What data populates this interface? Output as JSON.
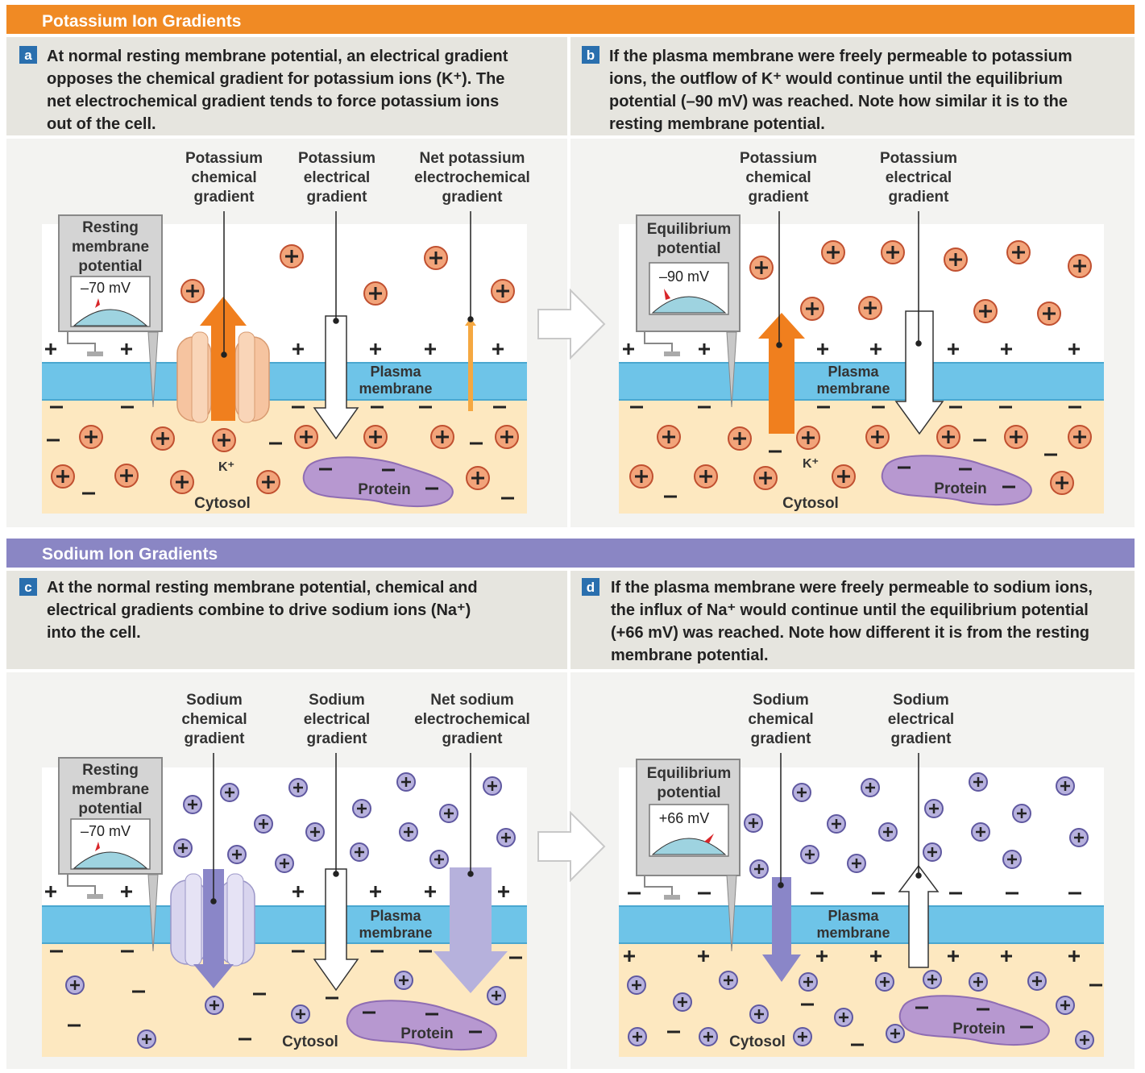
{
  "potassium_header": "Potassium Ion Gradients",
  "sodium_header": "Sodium Ion Gradients",
  "panels": [
    {
      "letter": "a",
      "caption": [
        "At normal resting membrane potential, an electrical gradient",
        "opposes the chemical gradient for potassium ions (K⁺). The",
        "net electrochemical gradient tends to force potassium ions",
        "out of the cell."
      ],
      "arrow_labels": [
        [
          "Potassium",
          "chemical",
          "gradient"
        ],
        [
          "Potassium",
          "electrical",
          "gradient"
        ],
        [
          "Net potassium",
          "electrochemical",
          "gradient"
        ]
      ],
      "meter_title": [
        "Resting",
        "membrane",
        "potential"
      ],
      "meter_value": "–70 mV",
      "ion_label": "K⁺"
    },
    {
      "letter": "b",
      "caption": [
        "If the plasma membrane were freely permeable to potassium",
        "ions, the outflow of K⁺ would continue until the equilibrium",
        "potential (–90 mV) was reached. Note how similar it is to the",
        "resting membrane potential."
      ],
      "arrow_labels": [
        [
          "Potassium",
          "chemical",
          "gradient"
        ],
        [
          "Potassium",
          "electrical",
          "gradient"
        ]
      ],
      "meter_title": [
        "Equilibrium",
        "potential"
      ],
      "meter_value": "–90 mV",
      "ion_label": "K⁺"
    },
    {
      "letter": "c",
      "caption": [
        "At the normal resting membrane potential, chemical and",
        "electrical gradients combine to drive sodium ions (Na⁺)",
        "into the cell."
      ],
      "arrow_labels": [
        [
          "Sodium",
          "chemical",
          "gradient"
        ],
        [
          "Sodium",
          "electrical",
          "gradient"
        ],
        [
          "Net sodium",
          "electrochemical",
          "gradient"
        ]
      ],
      "meter_title": [
        "Resting",
        "membrane",
        "potential"
      ],
      "meter_value": "–70 mV"
    },
    {
      "letter": "d",
      "caption": [
        "If the plasma membrane were freely permeable to sodium ions,",
        "the influx of Na⁺ would continue until the equilibrium potential",
        "(+66 mV) was reached. Note how different it is from the resting",
        "membrane potential."
      ],
      "arrow_labels": [
        [
          "Sodium",
          "chemical",
          "gradient"
        ],
        [
          "Sodium",
          "electrical",
          "gradient"
        ]
      ],
      "meter_title": [
        "Equilibrium",
        "potential"
      ],
      "meter_value": "+66 mV"
    }
  ],
  "membrane_label": [
    "Plasma",
    "membrane"
  ],
  "cytosol_label": "Cytosol",
  "protein_label": "Protein",
  "colors": {
    "potassium_header": "#f08a24",
    "sodium_header": "#8a86c4",
    "caption_bg": "#e6e5df",
    "membrane": "#6ec4e8",
    "cytosol": "#fde8c0",
    "k_ion": "#f2a47a",
    "na_ion": "#b7b1dd",
    "k_arrow": "#f07f1e",
    "na_arrow": "#8a86c8",
    "net_k_arrow": "#f5a841",
    "net_na_arrow": "#b6b1dc",
    "protein": "#b798d0"
  }
}
